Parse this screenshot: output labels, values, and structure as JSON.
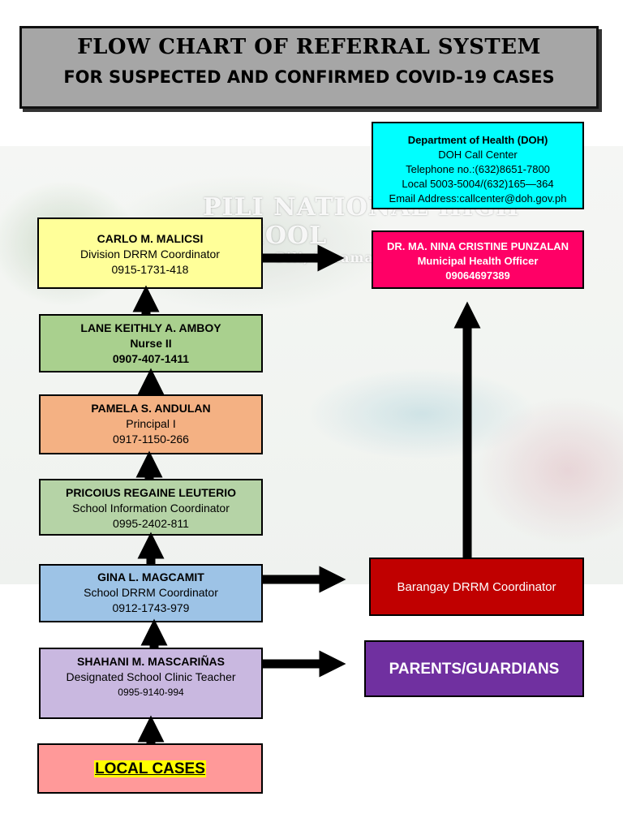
{
  "title": {
    "line1": "FLOW CHART OF REFERRAL SYSTEM",
    "line2": "FOR SUSPECTED AND CONFIRMED COVID-19 CASES"
  },
  "background": {
    "sign_text": "PILI NATIONAL HIGH SCHOOL",
    "sign_subtext": "Pili, Pinamal"
  },
  "nodes": {
    "doh": {
      "name": "Department of Health (DOH)",
      "line1": "DOH Call Center",
      "line2": "Telephone no.:(632)8651-7800",
      "line3": "Local 5003-5004/(632)165—364",
      "line4": "Email Address:callcenter@doh.gov.ph",
      "color": "#00ffff"
    },
    "mho": {
      "name": "DR. MA. NINA CRISTINE PUNZALAN",
      "role": "Municipal Health Officer",
      "phone": "09064697389",
      "color": "#ff0066"
    },
    "division": {
      "name": "CARLO M. MALICSI",
      "role": "Division DRRM Coordinator",
      "phone": "0915-1731-418",
      "color": "#ffff99"
    },
    "nurse": {
      "name": "LANE KEITHLY A. AMBOY",
      "role": "Nurse II",
      "phone": "0907-407-1411",
      "color": "#a9d08e"
    },
    "principal": {
      "name": "PAMELA S. ANDULAN",
      "role": "Principal I",
      "phone": "0917-1150-266",
      "color": "#f4b183"
    },
    "info": {
      "name": "PRICOIUS REGAINE LEUTERIO",
      "role": "School Information Coordinator",
      "phone": "0995-2402-811",
      "color": "#b5d3a6"
    },
    "drrm": {
      "name": "GINA L. MAGCAMIT",
      "role": "School DRRM Coordinator",
      "phone": "0912-1743-979",
      "color": "#9dc3e6"
    },
    "clinic": {
      "name": "SHAHANI M. MASCARIÑAS",
      "role": "Designated School Clinic Teacher",
      "phone": "0995-9140-994",
      "color": "#c9b8e0"
    },
    "local": {
      "label": "LOCAL CASES",
      "color": "#ff9999"
    },
    "barangay": {
      "label": "Barangay DRRM Coordinator",
      "color": "#c00000"
    },
    "parents": {
      "label": "PARENTS/GUARDIANS",
      "color": "#7030a0"
    }
  }
}
